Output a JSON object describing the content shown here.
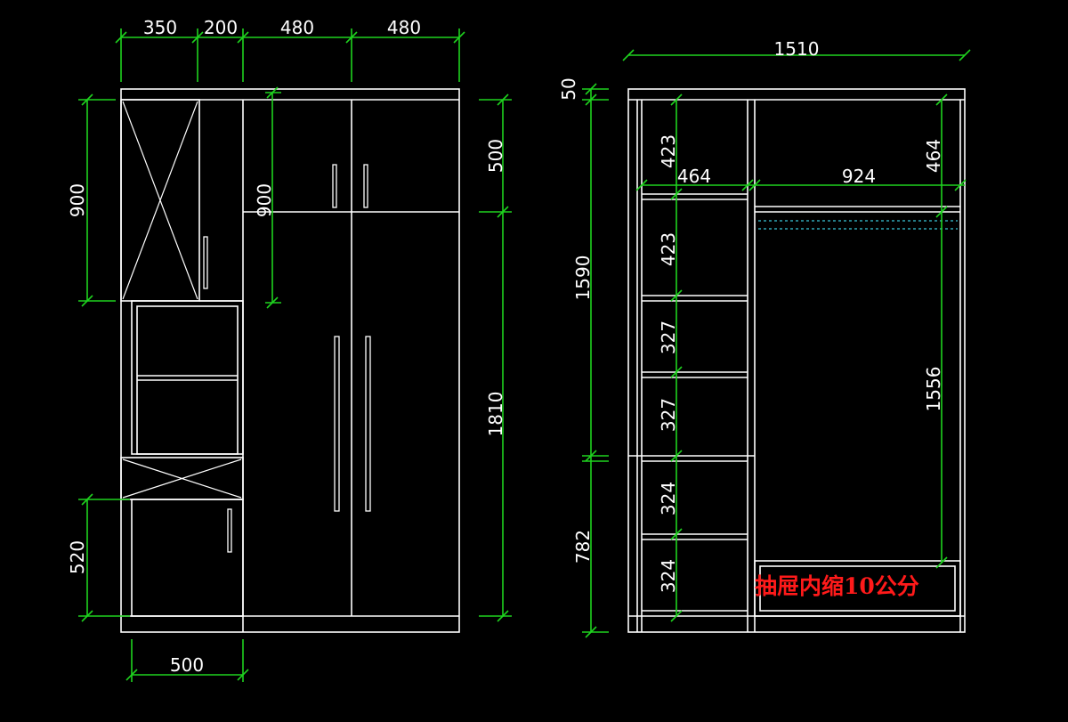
{
  "colors": {
    "background": "#000000",
    "outline": "#ffffff",
    "dimension": "#1fd21f",
    "clothes_rail": "#39c6d8",
    "note": "#ff1a1a"
  },
  "front_view": {
    "widths": [
      "350",
      "200",
      "480",
      "480"
    ],
    "left_heights": [
      "900",
      "520"
    ],
    "inner_height": "900",
    "right_heights": [
      "500",
      "1810"
    ],
    "bottom_width": "500"
  },
  "side_view": {
    "overall_width": "1510",
    "top_left": "50",
    "left_heights": [
      "1590",
      "782"
    ],
    "shelf_heights": [
      "423",
      "423",
      "327",
      "327",
      "324",
      "324"
    ],
    "section_widths": [
      "464",
      "924"
    ],
    "top_right": "464",
    "hanging_height": "1556",
    "note": "抽屉内缩10公分"
  }
}
